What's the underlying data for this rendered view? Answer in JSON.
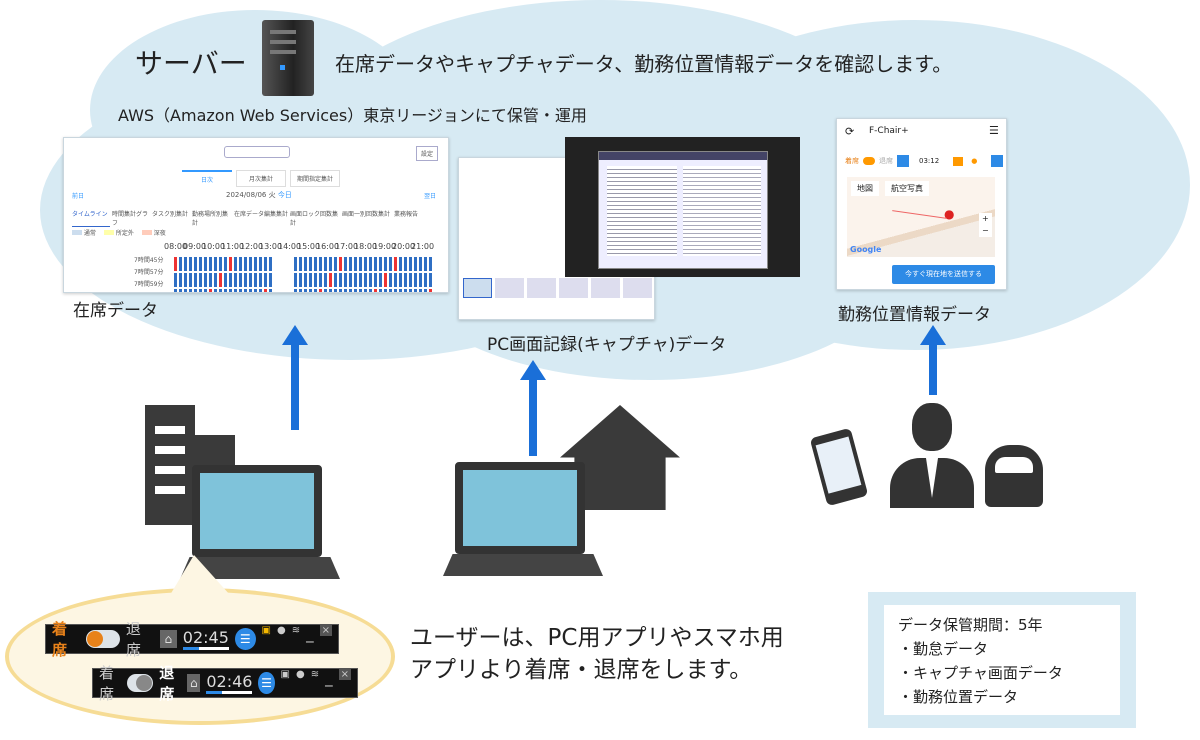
{
  "header": {
    "server_label": "サーバー",
    "description": "在席データやキャプチャデータ、勤務位置情報データを確認します。",
    "hosting": "AWS（Amazon Web Services）東京リージョンにて保管・運用"
  },
  "attendance": {
    "caption": "在席データ",
    "settings": "設定",
    "tabs": [
      "日次",
      "月次集計",
      "期間指定集計"
    ],
    "prev": "前日",
    "next": "翌日",
    "date": "2024/08/06 火",
    "today": "今日",
    "subtabs": [
      "タイムライン",
      "時間集計グラフ",
      "タスク別集計",
      "勤務場所別集計",
      "在席データ編集集計",
      "画面ロック回数集計",
      "画面一別回数集計",
      "業務報告"
    ],
    "legend": [
      "通常",
      "所定外",
      "深夜"
    ],
    "hours": [
      "08:00",
      "09:00",
      "10:00",
      "11:00",
      "12:00",
      "13:00",
      "14:00",
      "15:00",
      "16:00",
      "17:00",
      "18:00",
      "19:00",
      "20:00",
      "21:00"
    ],
    "rows": [
      {
        "total": "7時間45分"
      },
      {
        "total": "7時間57分"
      },
      {
        "total": "7時間59分"
      }
    ]
  },
  "capture": {
    "caption": "PC画面記録(キャプチャ)データ"
  },
  "mobile": {
    "caption": "勤務位置情報データ",
    "app_title": "F-Chair+",
    "present": "着席",
    "absent": "退席",
    "time": "03:12",
    "map_tab": "地図",
    "satellite_tab": "航空写真",
    "google": "Google",
    "send_button": "今すぐ現在地を送信する"
  },
  "toolbars": [
    {
      "present": "着席",
      "absent": "退席",
      "time": "02:45",
      "state": "present",
      "progress": 0.35
    },
    {
      "present": "着席",
      "absent": "退席",
      "time": "02:46",
      "state": "absent",
      "progress": 0.35
    }
  ],
  "user_text": [
    "ユーザーは、PC用アプリやスマホ用",
    "アプリより着席・退席をします。"
  ],
  "retention": {
    "title": "データ保管期間：5年",
    "items": [
      "・勤怠データ",
      "・キャプチャ画面データ",
      "・勤務位置データ"
    ]
  },
  "colors": {
    "cloud": "#d7eaf3",
    "arrow": "#1a6fd8",
    "accent": "#e8821a",
    "blue": "#2d8ae6"
  }
}
